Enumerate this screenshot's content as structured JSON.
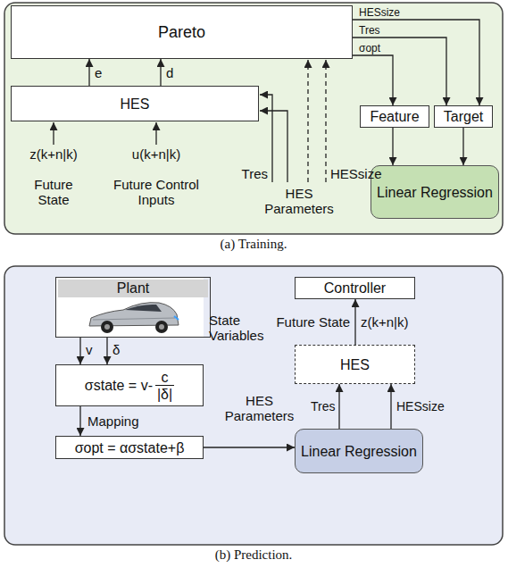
{
  "diagram": {
    "nodes": [
      {
        "text": [
          "(a) Training."
        ]
      },
      {
        "text": [
          "Pareto"
        ],
        "in": 0
      },
      {
        "text": [
          "HES"
        ],
        "in": 0
      },
      {
        "text": [
          "Feature"
        ],
        "in": 0
      },
      {
        "text": [
          "Target"
        ],
        "in": 0
      },
      {
        "text": [
          "Linear Regression"
        ],
        "in": 0
      },
      {
        "text": [
          "(b) Prediction."
        ]
      },
      {
        "text": [
          "Plant"
        ],
        "in": 6
      },
      {
        "text": [
          "σstate = v-",
          "c",
          "|δ|"
        ],
        "in": 6
      },
      {
        "text": [
          "σopt = ασstate+β"
        ],
        "in": 6
      },
      {
        "text": [
          "Linear Regression"
        ],
        "in": 6
      },
      {
        "text": [
          "HES"
        ],
        "in": 6
      },
      {
        "text": [
          "Controller"
        ],
        "in": 6
      }
    ],
    "edges": [
      {
        "from": 2,
        "to": 1,
        "label": "e",
        "arrow": "to"
      },
      {
        "from": 2,
        "to": 1,
        "label": "d",
        "arrow": "to"
      },
      {
        "from": 1,
        "to": 3,
        "label": "σopt",
        "arrow": "to"
      },
      {
        "from": 1,
        "to": 4,
        "label": "Tres",
        "arrow": "to"
      },
      {
        "from": 1,
        "to": 4,
        "label": "HESsize",
        "arrow": "to"
      },
      {
        "from": 3,
        "to": 5,
        "arrow": "to"
      },
      {
        "from": 4,
        "to": 5,
        "arrow": "to"
      },
      {
        "from": 7,
        "to": 8,
        "label": "v",
        "arrow": "to"
      },
      {
        "from": 7,
        "to": 8,
        "label": "δ",
        "arrow": "to"
      },
      {
        "from": 8,
        "to": 9,
        "label": "Mapping",
        "arrow": "to"
      },
      {
        "from": 9,
        "to": 10,
        "arrow": "to"
      },
      {
        "from": 10,
        "to": 11,
        "label": "Tres",
        "arrow": "to"
      },
      {
        "from": 10,
        "to": 11,
        "label": "HESsize",
        "arrow": "to"
      },
      {
        "from": 11,
        "to": 12,
        "label": "z(k+n|k)",
        "arrow": "to"
      }
    ],
    "labels": [
      "z(k+n|k)",
      "Future State",
      "u(k+n|k)",
      "Future Control Inputs",
      "HES Parameters",
      "Tres",
      "HESsize",
      "State Variables",
      "HES Parameters",
      "Future State"
    ]
  }
}
